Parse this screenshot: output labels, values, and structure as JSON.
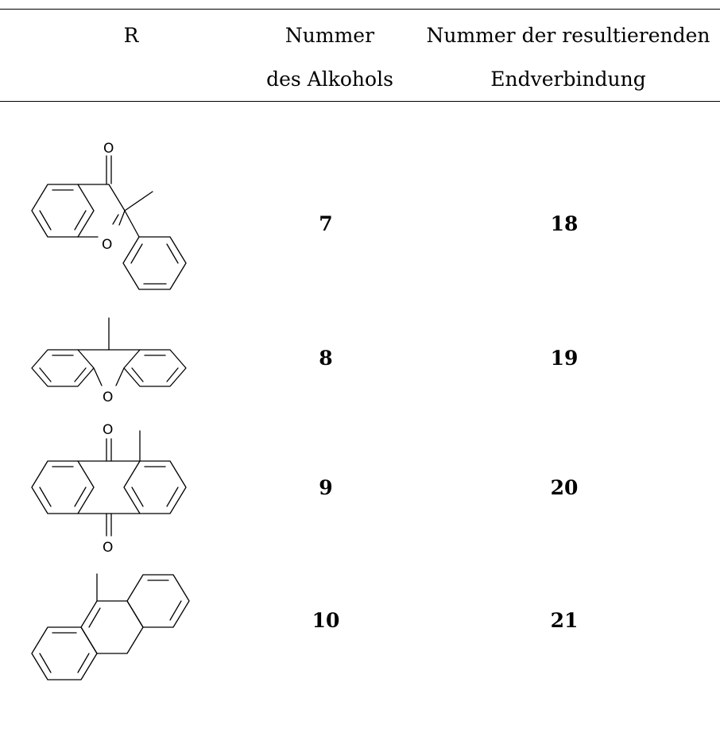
{
  "table": {
    "headers": {
      "r": "R",
      "alcohol_line1": "Nummer",
      "alcohol_line2": "des Alkohols",
      "end_line1": "Nummer der resultierenden",
      "end_line2": "Endverbindung"
    },
    "rows": [
      {
        "alcohol_number": "7",
        "end_number": "18",
        "structure": "methyl-flavone (3-methyl-2-phenyl-chromen-4-one)",
        "atoms": [
          "O",
          "O"
        ]
      },
      {
        "alcohol_number": "8",
        "end_number": "19",
        "structure": "9-methyl-xanthene",
        "atoms": [
          "O"
        ]
      },
      {
        "alcohol_number": "9",
        "end_number": "20",
        "structure": "1-methyl-anthraquinone",
        "atoms": [
          "O",
          "O"
        ]
      },
      {
        "alcohol_number": "10",
        "end_number": "21",
        "structure": "9-methyl-phenanthrene",
        "atoms": []
      }
    ]
  }
}
